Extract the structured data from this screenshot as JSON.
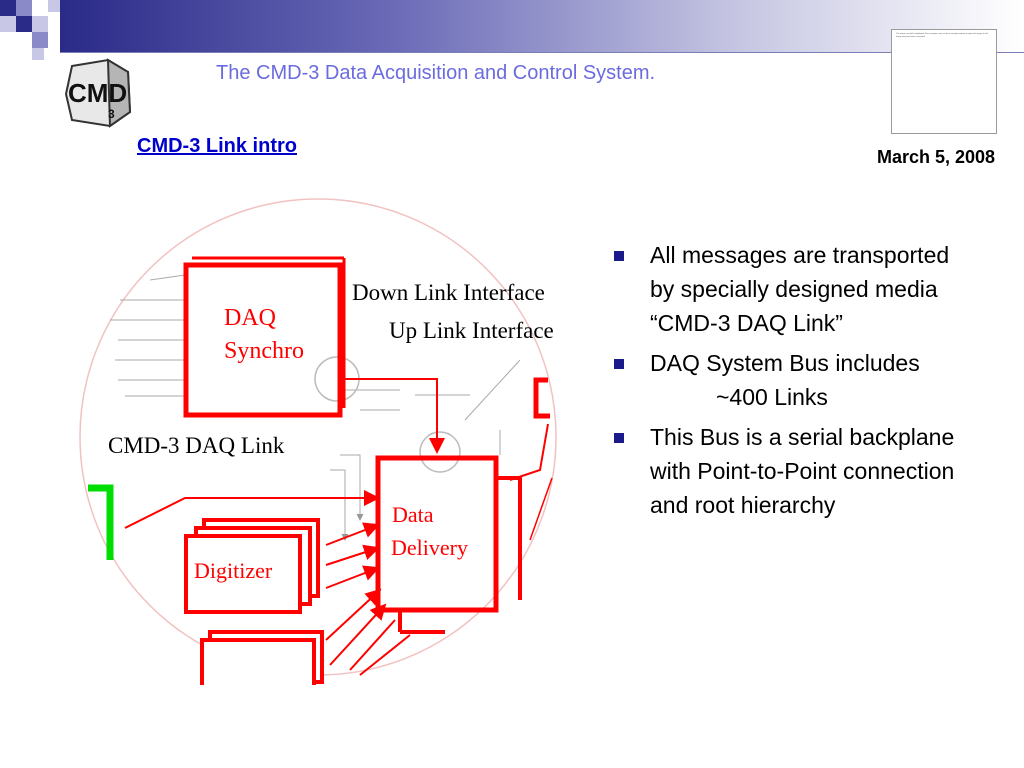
{
  "header": {
    "title": "The CMD-3 Data Acquisition and Control System.",
    "link": "CMD-3 Link intro",
    "date": "March 5, 2008",
    "thumbnail_text": "The image cannot be displayed. Your computer may not have enough memory to open the image, or the image may have been corrupted."
  },
  "logo": {
    "text": "CMD",
    "sub": "3"
  },
  "diagram": {
    "daq_synchro": "DAQ Synchro",
    "daq_synchro_l1": "DAQ",
    "daq_synchro_l2": "Synchro",
    "down_link": "Down Link Interface",
    "up_link": "Up Link Interface",
    "cmd3_daq_link": "CMD-3 DAQ Link",
    "data_delivery_l1": "Data",
    "data_delivery_l2": "Delivery",
    "digitizer": "Digitizer"
  },
  "bullets": [
    {
      "text": "All messages are transported by specially designed media “CMD-3 DAQ Link”"
    },
    {
      "text": "DAQ System Bus includes",
      "sub": "~400 Links"
    },
    {
      "text": "This Bus is a serial backplane with  Point-to-Point connection and root hierarchy"
    }
  ],
  "colors": {
    "accent": "#2a2a88",
    "title": "#6b6be0",
    "link": "#0000cc",
    "diagram": "#ff0000",
    "green": "#00dd00"
  }
}
